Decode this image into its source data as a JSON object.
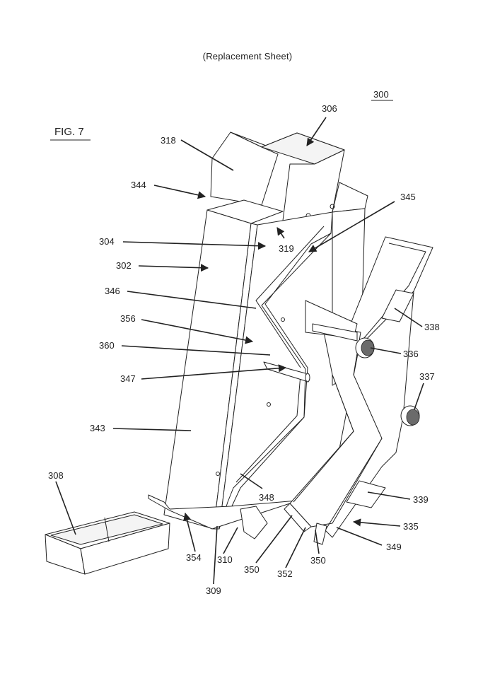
{
  "header": {
    "text": "(Replacement Sheet)"
  },
  "figure": {
    "label": "FIG. 7",
    "assembly_number": "300"
  },
  "callouts": {
    "c306": "306",
    "c318": "318",
    "c344": "344",
    "c319": "319",
    "c345": "345",
    "c304": "304",
    "c302": "302",
    "c346": "346",
    "c356": "356",
    "c360": "360",
    "c347": "347",
    "c343": "343",
    "c338": "338",
    "c336": "336",
    "c337": "337",
    "c308": "308",
    "c348": "348",
    "c339": "339",
    "c335": "335",
    "c349": "349",
    "c354": "354",
    "c310": "310",
    "c350a": "350",
    "c352": "352",
    "c350b": "350",
    "c309": "309"
  },
  "colors": {
    "line": "#222222",
    "background": "#ffffff",
    "knob_fill": "#6b6b6b"
  }
}
